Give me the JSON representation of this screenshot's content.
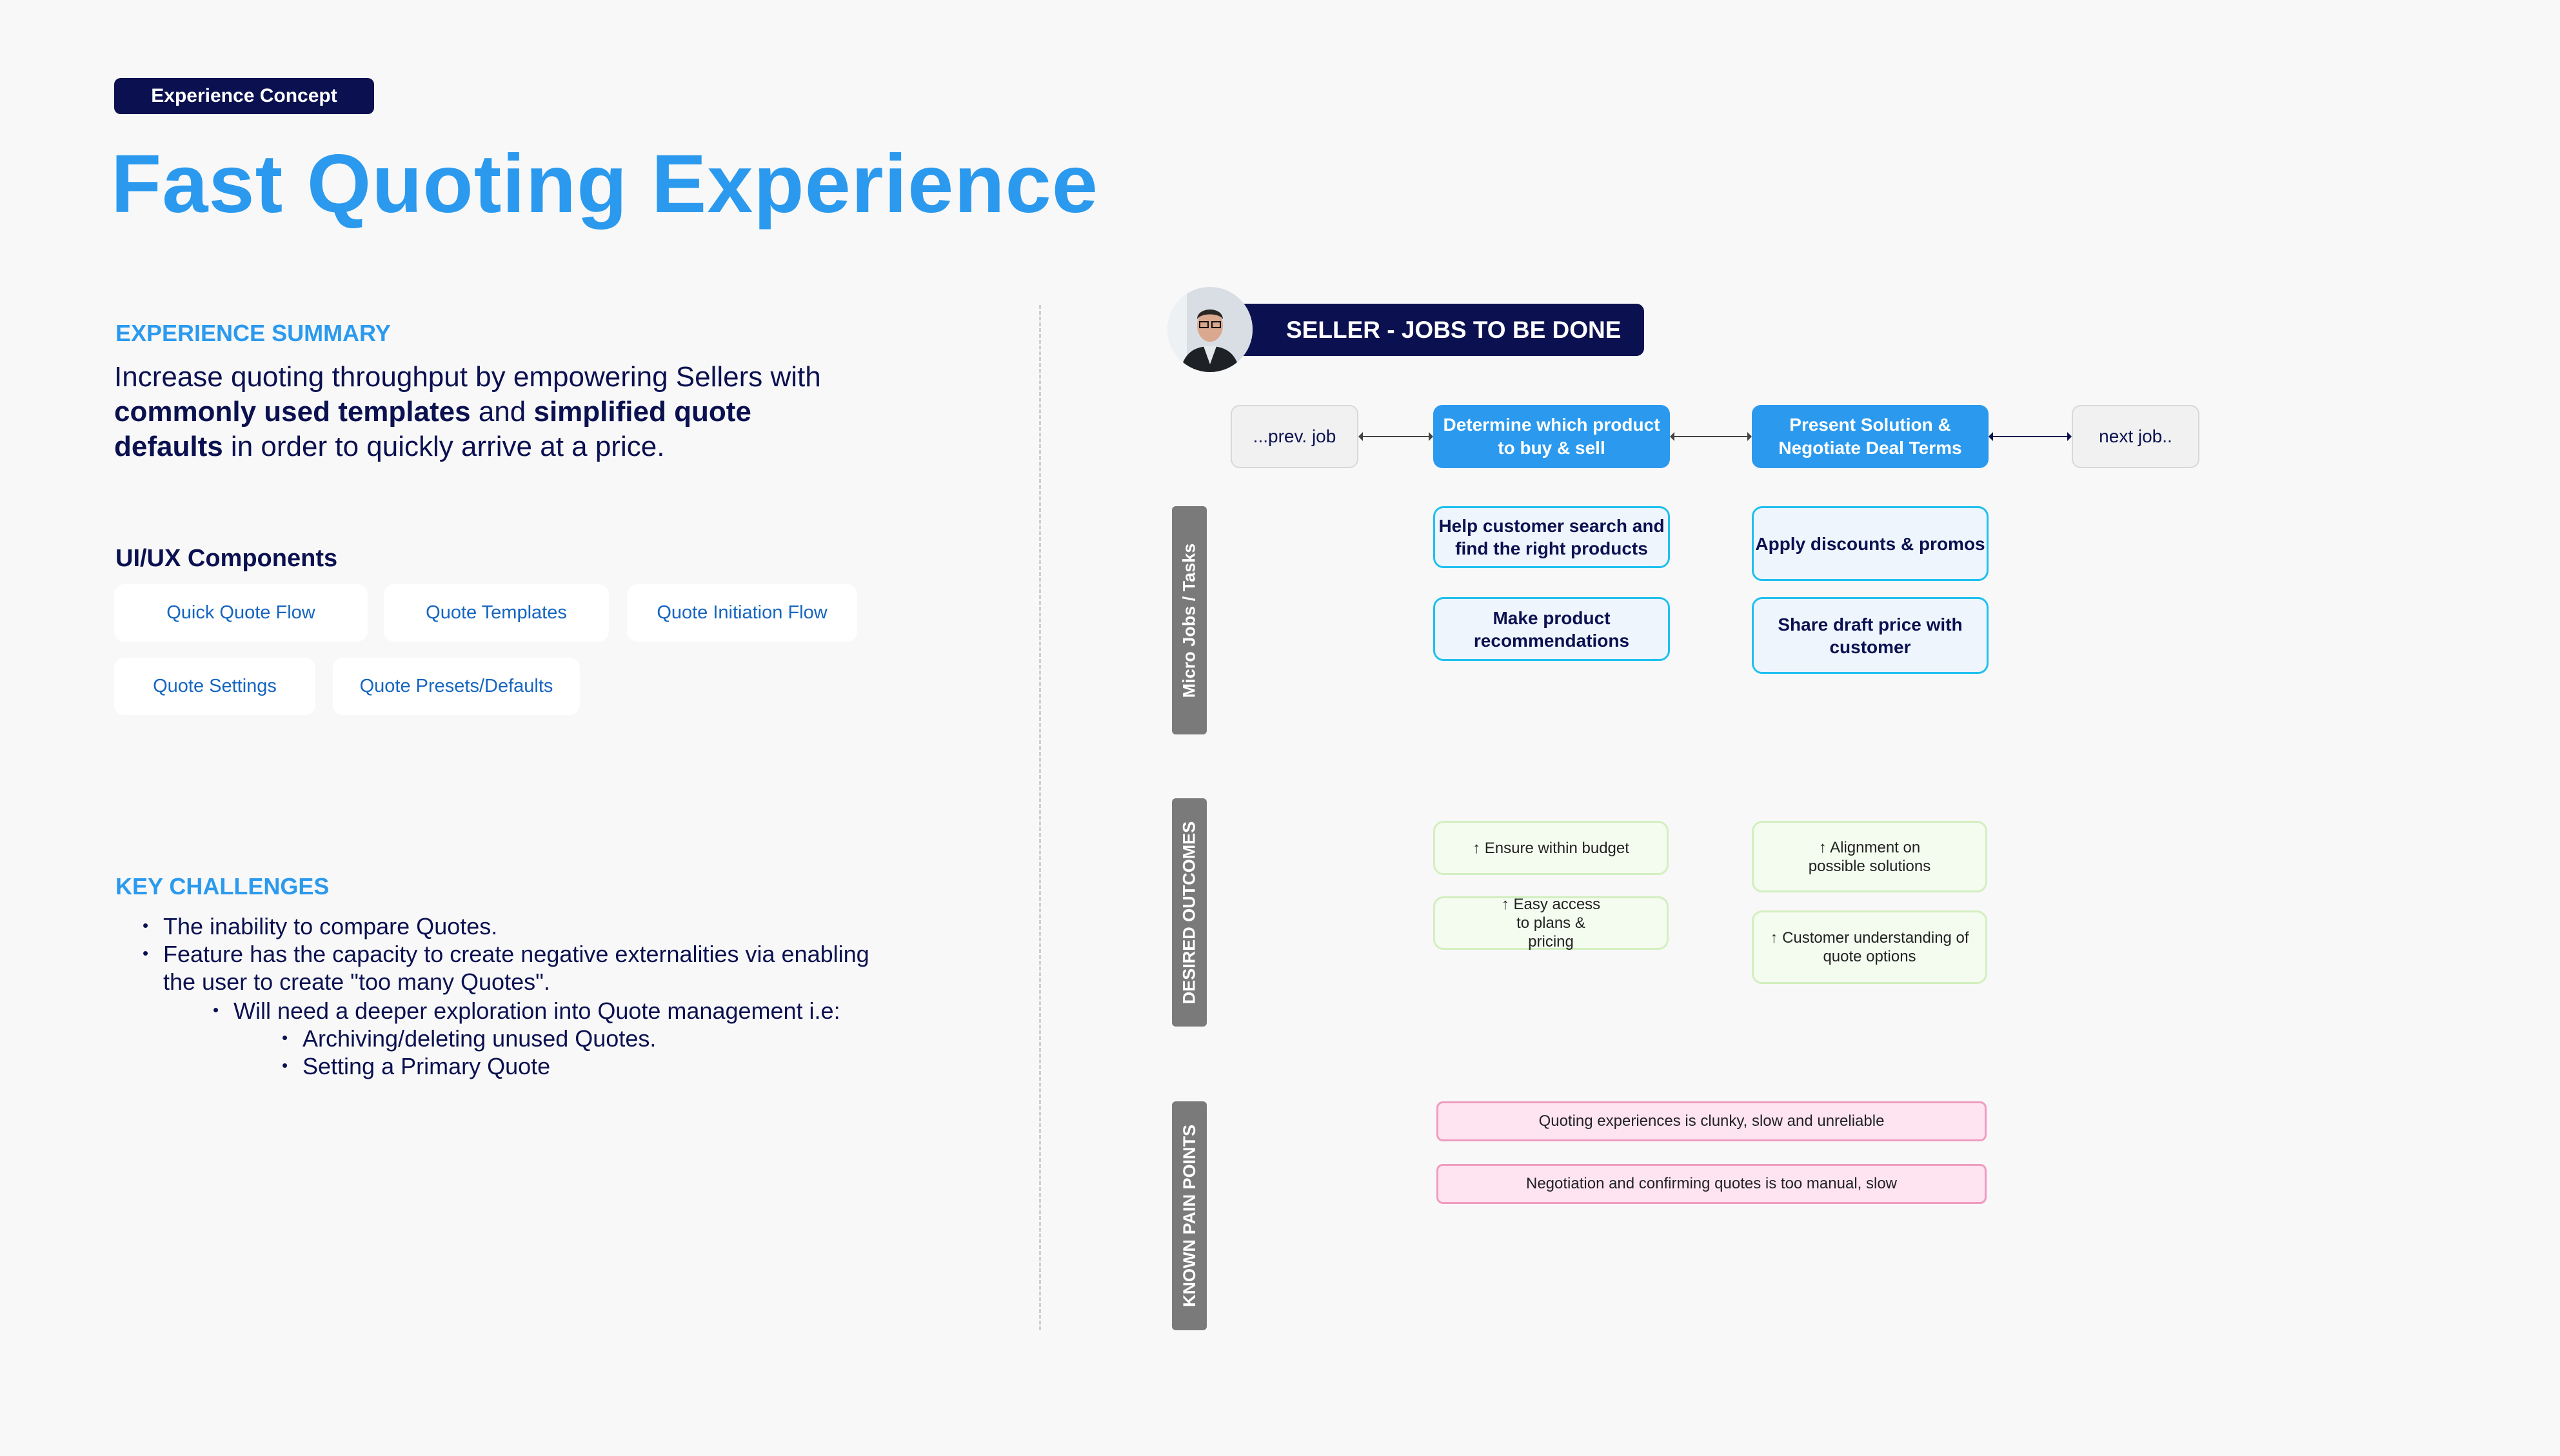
{
  "badge": "Experience Concept",
  "title": "Fast Quoting Experience",
  "summary": {
    "heading": "EXPERIENCE SUMMARY",
    "part1": "Increase quoting throughput by empowering Sellers with ",
    "bold1": "commonly used templates",
    "part2": " and ",
    "bold2": "simplified quote defaults",
    "part3": " in order to quickly arrive at a price."
  },
  "components": {
    "heading": "UI/UX Components",
    "chips": [
      "Quick Quote Flow",
      "Quote Templates",
      "Quote Initiation Flow",
      "Quote Settings",
      "Quote Presets/Defaults"
    ]
  },
  "challenges": {
    "heading": "KEY CHALLENGES",
    "items": [
      "The inability to compare Quotes.",
      "Feature has the capacity to create negative externalities via enabling",
      "the user to create \"too many Quotes\".",
      "Will need a deeper exploration into Quote management i.e:",
      "Archiving/deleting unused Quotes.",
      "Setting a Primary Quote"
    ]
  },
  "jtbd": {
    "banner": "SELLER - JOBS TO BE DONE",
    "jobs": [
      "...prev. job",
      "Determine which product to buy & sell",
      "Present Solution & Negotiate Deal Terms",
      "next job.."
    ],
    "micro_label": "Micro Jobs / Tasks",
    "tasks": [
      "Help customer search and find the right products",
      "Make product recommendations",
      "Apply discounts & promos",
      "Share draft price with customer"
    ],
    "outcomes_label": "DESIRED OUTCOMES",
    "outcomes": [
      "↑ Ensure within budget",
      "↑ Easy access to plans & pricing",
      "↑ Alignment on possible solutions",
      "↑ Customer understanding of quote options"
    ],
    "pain_label": "KNOWN PAIN POINTS",
    "pains": [
      "Quoting experiences is clunky, slow and unreliable",
      "Negotiation and confirming quotes is too manual, slow"
    ]
  },
  "colors": {
    "accent": "#2b9aee",
    "navy": "#0b1150",
    "task_border": "#1ec0ee",
    "outcome_border": "#d3efc0",
    "pain_bg": "#fee4f1"
  }
}
